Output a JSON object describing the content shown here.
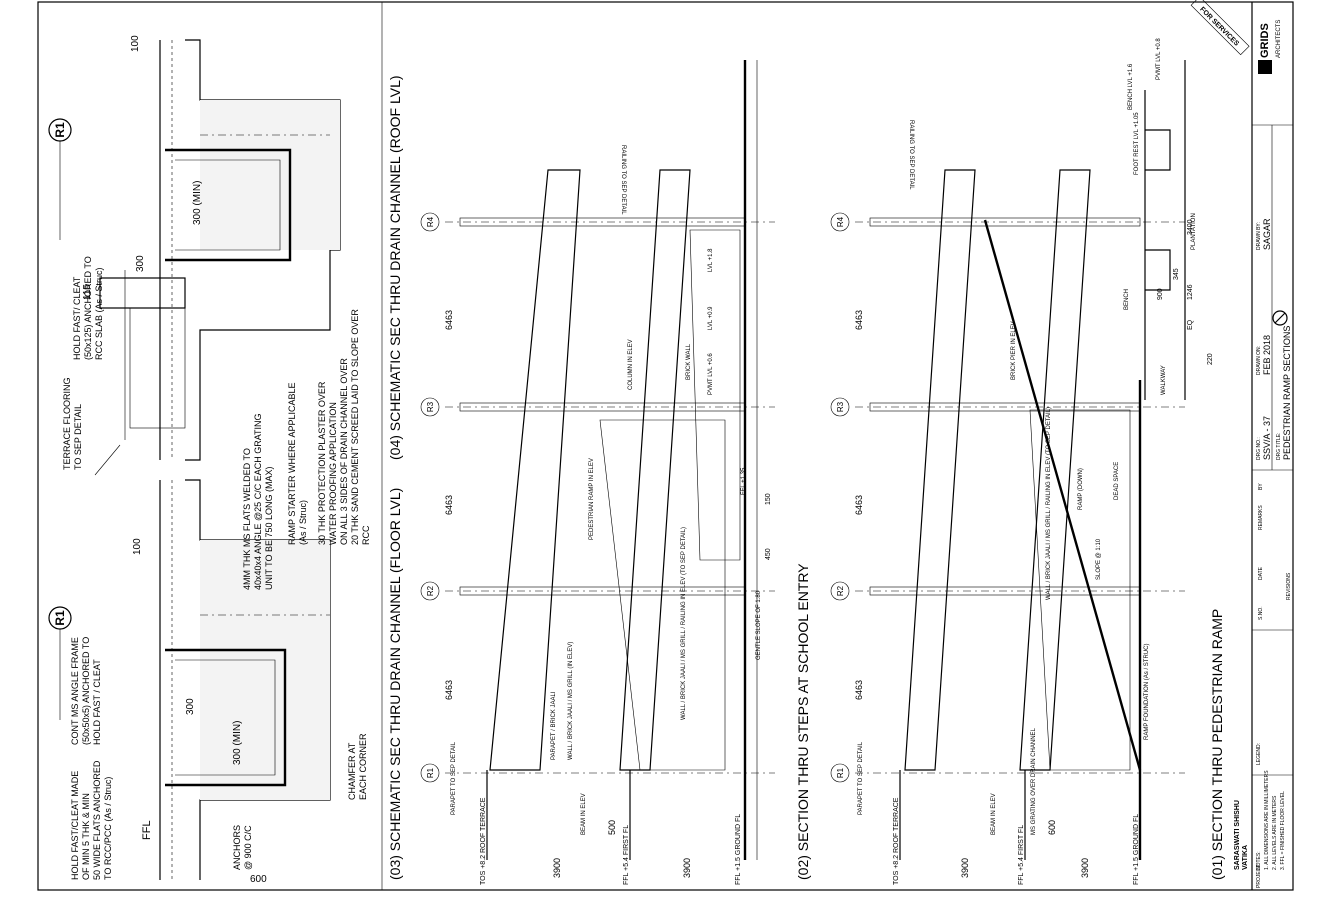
{
  "sheet": {
    "stamp": "FOR SERVICES",
    "grids": [
      "R1",
      "R2",
      "R3",
      "R4"
    ],
    "bay_dim": "6463"
  },
  "titles": {
    "t01": "(01) SECTION THRU PEDESTRIAN RAMP",
    "t02": "(02) SECTION THRU STEPS AT SCHOOL ENTRY",
    "t03": "(03) SCHEMATIC SEC THRU DRAIN CHANNEL (FLOOR LVL)",
    "t04": "(04) SCHEMATIC SEC THRU DRAIN CHANNEL (ROOF LVL)"
  },
  "detail03": {
    "marker": "R1",
    "notes": [
      "HOLD FAST/CLEAT MADE",
      "OF MIN 5 THK & MIN",
      "50 WIDE FLATS ANCHORED",
      "TO RCC/PCC (As / Struc)"
    ],
    "frame_note": [
      "CONT MS ANGLE FRAME",
      "(50x50x5) ANCHORED TO",
      "HOLD FAST / CLEAT"
    ],
    "grating_note": [
      "4MM THK MS FLATS WELDED TO",
      "40x40x4 ANGLE @25 C/C EACH GRATING",
      "UNIT TO BE 750 LONG (MAX)"
    ],
    "ramp_note": [
      "RAMP STARTER WHERE APPLICABLE",
      "(As / Struc)"
    ],
    "plaster_note": [
      "30 THK PROTECTION PLASTER OVER",
      "WATER PROOFING APPLICATION",
      "ON ALL 3 SIDES OF DRAIN CHANNEL OVER",
      "20 THK SAND CEMENT SCREED LAID TO SLOPE OVER",
      "RCC"
    ],
    "anchors": [
      "ANCHORS",
      "@ 900 C/C"
    ],
    "chamfer": [
      "CHAMFER AT",
      "EACH CORNER"
    ],
    "ffl": "FFL",
    "dim_100": "100",
    "dim_600": "600",
    "dim_300": "300",
    "dim_300min": "300 (MIN)"
  },
  "detail04": {
    "marker": "R1",
    "hold_note": [
      "HOLD FAST/ CLEAT",
      "(50x125) ANCHORED TO",
      "RCC SLAB (As / Struc)"
    ],
    "terrace_note": [
      "TERRACE FLOORING",
      "TO SEP DETAIL"
    ],
    "dim_100": "100",
    "dim_115": "115",
    "dim_300": "300",
    "dim_300min": "300 (MIN)"
  },
  "section02": {
    "levels": [
      "TOS +8.2 ROOF TERRACE",
      "FFL +5.4 FIRST FL",
      "FFL +1.5 GROUND FL"
    ],
    "dims": [
      "3900",
      "3900",
      "500"
    ],
    "labels": [
      "PARAPET TO SEP DETAIL",
      "BEAM IN ELEV",
      "PARAPET / BRICK JAALI",
      "WALL / BRICK JAALI / MS GRILL (IN ELEV)",
      "PEDESTRIAN RAMP IN ELEV",
      "WALL / BRICK JAALI / MS GRILL / RAILING IN ELEV (TO SEP DETAIL)",
      "COLUMN IN ELEV",
      "BRICK WALL",
      "GENTLE SLOPE OF 1:80",
      "RAILING TO SEP DETAIL",
      "LVL +1.8",
      "LVL +0.9",
      "PVMT LVL +0.6",
      "FFL +1.35",
      "450",
      "150"
    ]
  },
  "section01": {
    "levels": [
      "TOS +8.2 ROOF TERRACE",
      "FFL +5.4 FIRST FL",
      "FFL +1.5 GROUND FL"
    ],
    "dims": [
      "3900",
      "3900",
      "600"
    ],
    "labels": [
      "PARAPET TO SEP DETAIL",
      "BEAM IN ELEV",
      "MS GRATING OVER DRAIN CHANNEL",
      "WALL / BRICK JAALI / MS GRILL / RAILING IN ELEV (TO SEP DETAIL)",
      "RAMP (DOWN)",
      "SLOPE @ 1:10",
      "DEAD SPACE",
      "BRICK PIER IN ELEV",
      "RAMP FOUNDATION (As / STRUC)",
      "RAILING TO SEP DETAIL",
      "WALKWAY",
      "PLANTATION",
      "BENCH",
      "BENCH LVL +1.6",
      "FOOT REST LVL +1.05",
      "PVMT LVL +0.8",
      "EQ",
      "900",
      "345",
      "1246",
      "3400",
      "220"
    ]
  },
  "title_block": {
    "notes_head": "NOTES:",
    "notes": [
      "1. ALL DIMENSIONS ARE IN MILLIMETERS",
      "2. ALL LEVELS ARE IN METERS",
      "3. FFL = FINISHED FLOOR LEVEL"
    ],
    "legend_head": "LEGEND:",
    "project_head": "PROJECT:",
    "project": [
      "SARASWATI SHISHU",
      "VATIKA"
    ],
    "drg_no_head": "DRG NO.:",
    "drg_no": "SSV/A - 37",
    "drawn_on_head": "DRAWN ON:",
    "drawn_on": "FEB 2018",
    "drawn_by_head": "DRAWN BY:",
    "drawn_by": "SAGAR",
    "drg_title_head": "DRG TITLE:",
    "drg_title": "PEDESTRIAN RAMP SECTIONS",
    "firm": "GRIDS",
    "firm_sub": "ARCHITECTS",
    "rev_heads": [
      "S.NO.",
      "DATE",
      "REMARKS",
      "BY"
    ],
    "revisions_label": "REVISIONS"
  }
}
